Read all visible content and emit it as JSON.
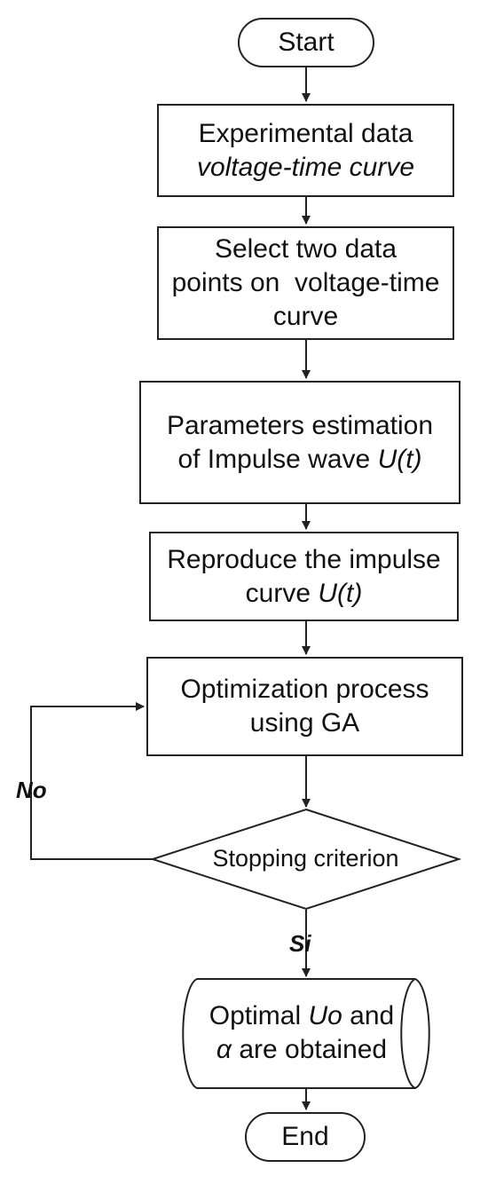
{
  "nodes": {
    "start": "Start",
    "step1": {
      "line1": "Experimental data",
      "line2": "voltage-time curve"
    },
    "step2": {
      "line1": "Select two data",
      "line2": "points on  voltage-time",
      "line3": "curve"
    },
    "step3": {
      "line1": "Parameters estimation",
      "line2a": "of Impulse wave ",
      "line2b": "U(t)"
    },
    "step4": {
      "line1": "Reproduce the impulse",
      "line2a": "curve ",
      "line2b": "U(t)"
    },
    "step5": {
      "line1": "Optimization process",
      "line2": "using GA"
    },
    "decision": "Stopping criterion",
    "output": {
      "line1a": "Optimal ",
      "line1b": "Uo",
      "line1c": " and",
      "line2a": "α",
      "line2b": " are obtained"
    },
    "end": "End"
  },
  "edges": {
    "no_label": "No",
    "yes_label": "Si"
  },
  "colors": {
    "line": "#222222",
    "background": "#ffffff"
  }
}
